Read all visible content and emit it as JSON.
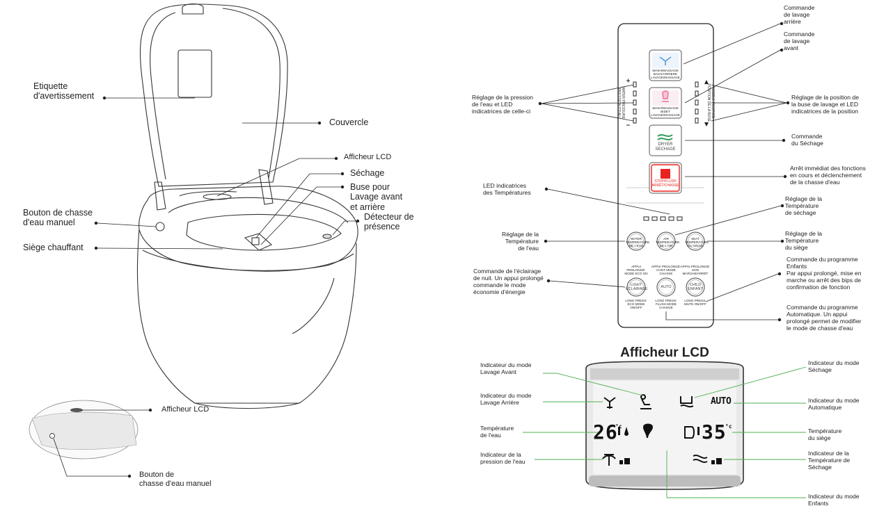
{
  "left": {
    "etiquette": "Etiquette\nd'avertissement",
    "couvercle": "Couvercle",
    "afficheur": "Afficheur LCD",
    "sechage": "Séchage",
    "buse": "Buse pour\nLavage avant\net arrière",
    "detecteur": "Détecteur de\nprésence",
    "bouton_chasse": "Bouton de chasse\nd'eau manuel",
    "siege": "Siège chauffant",
    "inset_afficheur": "Afficheur LCD",
    "inset_bouton": "Bouton de\nchasse d'eau manuel"
  },
  "remote": {
    "cmd_arriere": "Commande\nde lavage\narrière",
    "cmd_avant": "Commande\nde lavage\navant",
    "pression": "Réglage de la pression\nde l'eau et LED\nindicatrices de celle-ci",
    "position": "Réglage de la position de\nla buse de lavage et LED\nindicatrices de la position",
    "cmd_sechage": "Commande\ndu Séchage",
    "arret": "Arrêt immédiat des fonctions\nen cours et déclenchement\nde la chasse d'eau",
    "led_temp": "LED indicatrices\ndes Températures",
    "temp_sechage": "Réglage de la\nTempérature\nde séchage",
    "temp_eau": "Réglage de la\nTempérature\nde l'eau",
    "temp_siege": "Réglage de la\nTempérature\ndu siège",
    "eclairage": "Commande de l'éclairage\nde nuit. Un appui prolongé\ncommande le mode\néconomie d'énergie",
    "enfants": "Commande du programme\nEnfants\nPar appui prolongé, mise en\nmarche ou arrêt des bips de\nconfirmation de fonction",
    "auto": "Commande du programme\nAutomatique. Un appui\nprolongé permet de modifier\nle mode de chasse d'eau",
    "btn_back": "WASH/MASSAGE\nBACK/ARRIERE\nLAVAGE/MASSAGE",
    "btn_bidet": "WASH/MASSAGE\nBIDET\nLAVAGE/MASSAGE",
    "btn_dryer": "DRYER\nSECHAGE",
    "btn_stop": "STOP/FLUSH\nARRÊT/CHASSE",
    "side_left": "WATER PRESSURE\nPRESSION D'EAU",
    "side_right": "NOZZLE POSITION\nPOSITION DE LA BUSE",
    "btn_water": "WATER\nTEMPERATURE\nDE L'EAU",
    "btn_air": "AIR\nTEMPERATURE\nDE L'AIR",
    "btn_seat": "SEAT\nTEMPERATURE\nDU SIEGE",
    "top_light": "APPUI PROLONGÉ:\nMODE ECO ON",
    "top_auto": "APPUI PROLONGÉ:\nCHGT MODE CHASSE",
    "top_child": "APPUI PROLONGÉ:\nSON MARCHE/ARRÊT",
    "btn_light": "LIGHT\nECLAIRAGE",
    "btn_auto": "AUTO",
    "btn_child": "CHILD\nENFANT",
    "bot_light": "LONG PRESS:\nECO MODE ON/OFF",
    "bot_auto": "LONG PRESS:\nFLUSH MODE CHANGE",
    "bot_child": "LONG PRESS:\nMUTE ON/OFF"
  },
  "lcd": {
    "title": "Afficheur LCD",
    "avant": "Indicateur du mode\nLavage Avant",
    "arriere": "Indicateur du mode\nLavage Arrière",
    "temp_eau": "Température\nde l'eau",
    "pression": "Indicateur de la\npression de l'eau",
    "sechage": "Indicateur du mode\nSéchage",
    "automatique": "Indicateur du mode\nAutomatique",
    "temp_siege": "Température\ndu siège",
    "temp_sechage": "Indicateur de la\nTempérature de\nSéchage",
    "enfants": "Indicateur du mode\nEnfants",
    "auto_text": "AUTO",
    "water_temp_value": "26",
    "seat_temp_value": "35",
    "degree": "°c"
  },
  "colors": {
    "leader_green": "#4caf50",
    "stop_red": "#e8231f",
    "line": "#222222"
  }
}
